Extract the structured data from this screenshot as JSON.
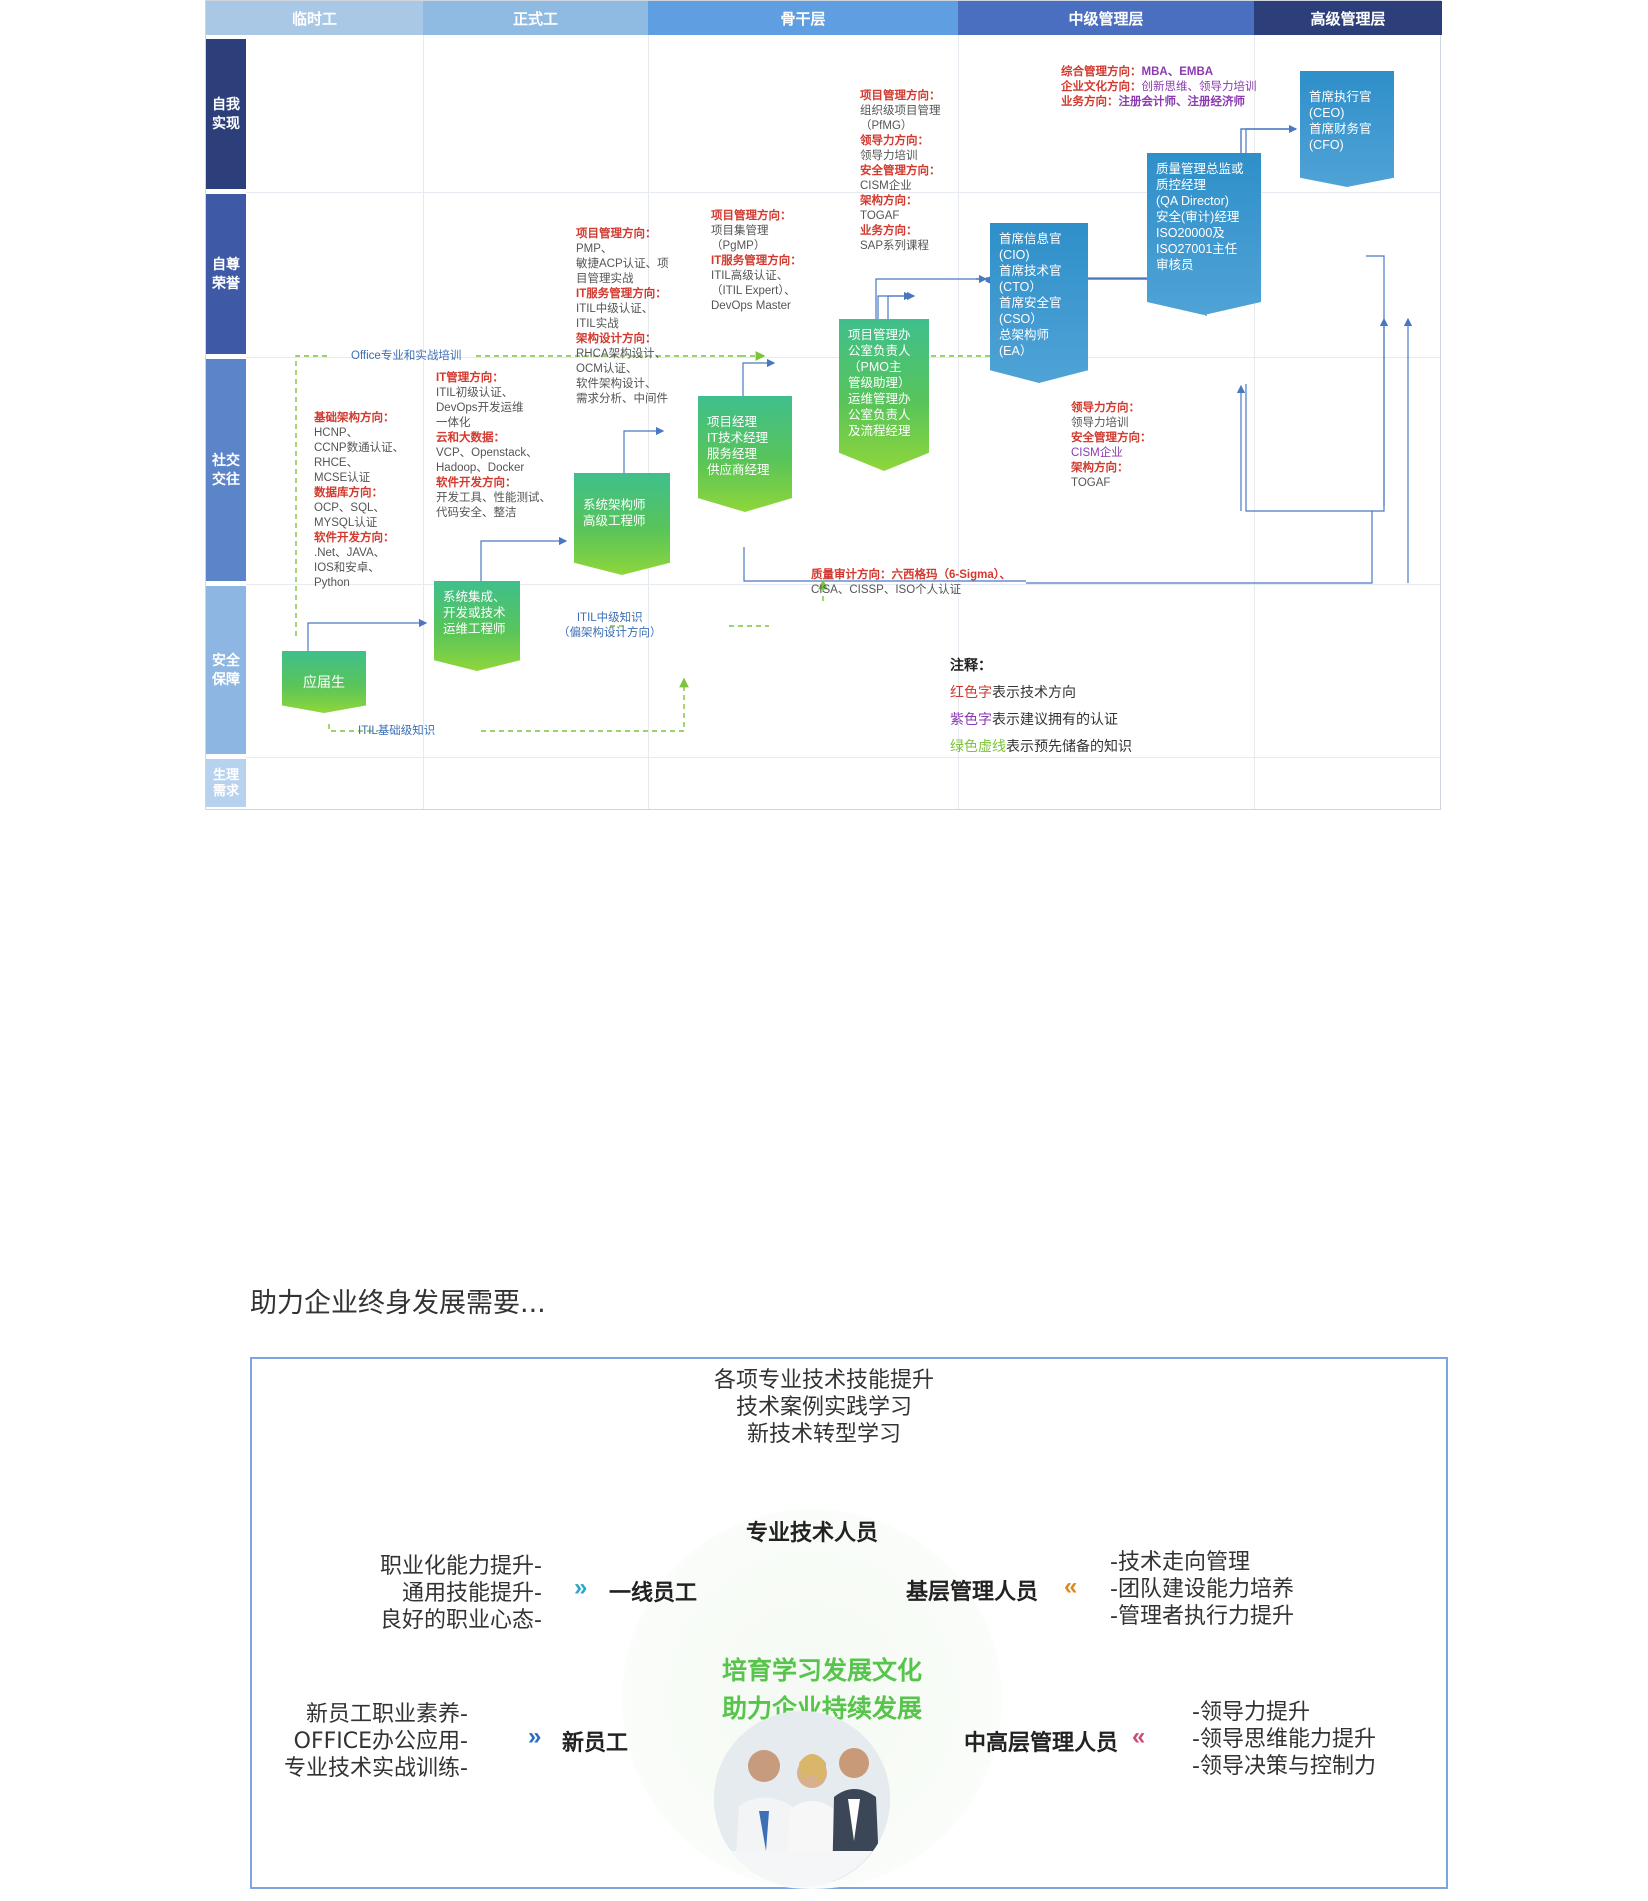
{
  "diagram": {
    "columns": [
      "临时工",
      "正式工",
      "骨干层",
      "中级管理层",
      "高级管理层"
    ],
    "rows": [
      "自我\n实现",
      "自尊\n荣誉",
      "社交\n交往",
      "安全\n保障",
      "生理\n需求"
    ],
    "nodes": {
      "graduate": "应届生",
      "engineer": "系统集成、\n开发或技术\n运维工程师",
      "architect": "系统架构师\n高级工程师",
      "pm": "项目经理\nIT技术经理\n服务经理\n供应商经理",
      "pmo": "项目管理办\n公室负责人\n（PMO主\n管级助理）\n运维管理办\n公室负责人\n及流程经理",
      "cxo": "首席信息官\n(CIO)\n首席技术官\n(CTO）\n首席安全官\n(CSO）\n总架构师\n(EA）",
      "qa": "质量管理总监或\n质控经理\n(QA Director)\n安全(审计)经理\nISO20000及\nISO27001主任\n审核员",
      "ceo": "首席执行官\n(CEO)\n首席财务官\n(CFO)"
    },
    "notes": {
      "n1": {
        "h1": "基础架构方向：",
        "l1": "HCNP、",
        "l2": "CCNP数通认证、",
        "l3": "RHCE、",
        "l4": "MCSE认证",
        "h2": "数据库方向：",
        "l5": "OCP、SQL、",
        "l6": "MYSQL认证",
        "h3": "软件开发方向：",
        "l7": ".Net、JAVA、",
        "l8": "IOS和安卓、",
        "l9": "Python"
      },
      "n2": {
        "h1": "IT管理方向：",
        "l1": "ITIL初级认证、",
        "l2": "DevOps开发运维",
        "l3": "一体化",
        "h2": "云和大数据：",
        "l4": "VCP、Openstack、",
        "l5": "Hadoop、Docker",
        "h3": "软件开发方向：",
        "l6": "开发工具、性能测试、",
        "l7": "代码安全、整洁"
      },
      "n3": {
        "h1": "项目管理方向：",
        "l1": "PMP、",
        "l2": "敏捷ACP认证、项",
        "l3": "目管理实战",
        "h2": "IT服务管理方向：",
        "l4": "ITIL中级认证、",
        "l5": "ITIL实战",
        "h3": "架构设计方向：",
        "l6": "RHCA架构设计、",
        "l7": "OCM认证、",
        "l8": "软件架构设计、",
        "l9": "需求分析、中间件"
      },
      "n4": {
        "h1": "项目管理方向：",
        "l1": "项目集管理",
        "l2": "（PgMP）",
        "h2": "IT服务管理方向：",
        "l3": "ITIL高级认证、",
        "l4": "（ITIL Expert）、",
        "l5": "DevOps Master"
      },
      "n5": {
        "h1": "项目管理方向：",
        "l1": "组织级项目管理",
        "l2": "（PfMG）",
        "h2": "领导力方向：",
        "l3": "领导力培训",
        "h3": "安全管理方向：",
        "l4": "CISM企业",
        "h4": "架构方向：",
        "l5": "TOGAF",
        "h5": "业务方向：",
        "l6": "SAP系列课程"
      },
      "n6": {
        "h1": "领导力方向：",
        "l1": "领导力培训",
        "h2": "安全管理方向：",
        "l2": "CISM企业",
        "h3": "架构方向：",
        "l3": "TOGAF"
      },
      "n7": {
        "h1": "综合管理方向：",
        "l1": "MBA、EMBA",
        "h2": "企业文化方向：",
        "l2": "创新思维、领导力培训",
        "h3": "业务方向：",
        "l3": "注册会计师、注册经济师"
      },
      "quality": {
        "h": "质量审计方向：",
        "l1": "六西格玛（6-Sigma）、",
        "l2": "CISA、CISSP、ISO个人认证"
      },
      "office": "Office专业和实战培训",
      "itil_basic": "ITIL基础级知识",
      "itil_mid": "ITIL中级知识",
      "itil_mid2": "（偏架构设计方向）"
    },
    "legend": {
      "title": "注释：",
      "red_word": "红色字",
      "red_text": "表示技术方向",
      "purple_word": "紫色字",
      "purple_text": "表示建议拥有的认证",
      "green_word": "绿色虚线",
      "green_text": "表示预先储备的知识"
    }
  },
  "growth": {
    "title": "助力企业终身发展需要...",
    "top_lines": [
      "各项专业技术技能提升",
      "技术案例实践学习",
      "新技术转型学习"
    ],
    "roles": {
      "tech": "专业技术人员",
      "frontline": "一线员工",
      "base_mgr": "基层管理人员",
      "new_staff": "新员工",
      "mid_mgr": "中高层管理人员"
    },
    "left_upper": [
      "职业化能力提升-",
      "通用技能提升-",
      "良好的职业心态-"
    ],
    "left_lower": [
      "新员工职业素养-",
      "OFFICE办公应用-",
      "专业技术实战训练-"
    ],
    "right_upper": [
      "-技术走向管理",
      "-团队建设能力培养",
      "-管理者执行力提升"
    ],
    "right_lower": [
      "-领导力提升",
      "-领导思维能力提升",
      "-领导决策与控制力"
    ],
    "slogan1": "培育学习发展文化",
    "slogan2": "助力企业持续发展"
  }
}
